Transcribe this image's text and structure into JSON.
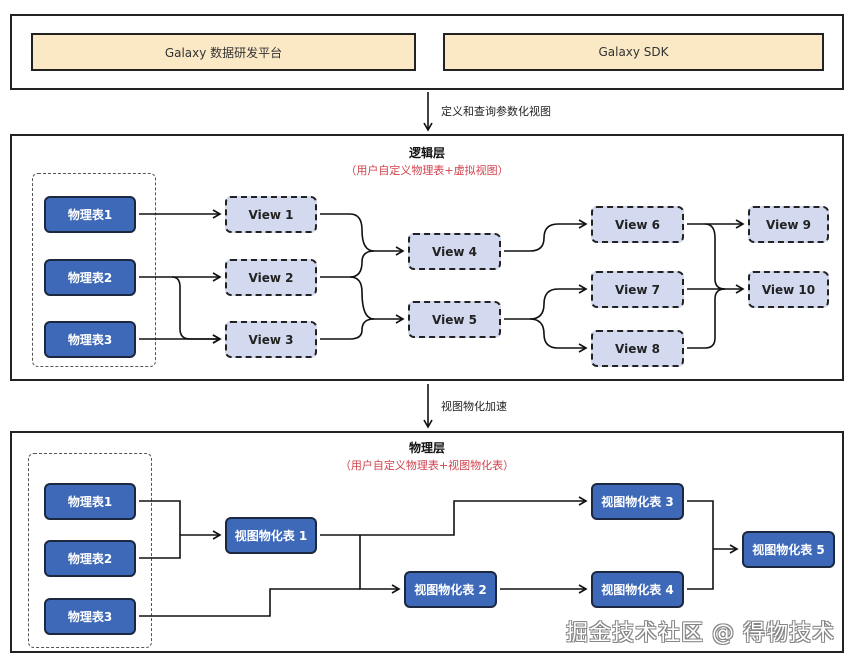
{
  "platform": {
    "boxes": [
      {
        "label": "Galaxy 数据研发平台"
      },
      {
        "label": "Galaxy SDK"
      }
    ]
  },
  "arrows": {
    "top_to_logical": "定义和查询参数化视图",
    "logical_to_physical": "视图物化加速"
  },
  "logical_layer": {
    "title": "逻辑层",
    "subtitle": "（用户自定义物理表+虚拟视图）",
    "tables": [
      "物理表1",
      "物理表2",
      "物理表3"
    ],
    "views": [
      "View 1",
      "View 2",
      "View 3",
      "View 4",
      "View 5",
      "View 6",
      "View 7",
      "View 8",
      "View 9",
      "View 10"
    ],
    "edges": [
      [
        "物理表1",
        "View 1"
      ],
      [
        "物理表2",
        "View 2"
      ],
      [
        "物理表2",
        "View 3"
      ],
      [
        "物理表3",
        "View 3"
      ],
      [
        "View 1",
        "View 4"
      ],
      [
        "View 2",
        "View 4"
      ],
      [
        "View 2",
        "View 5"
      ],
      [
        "View 3",
        "View 5"
      ],
      [
        "View 4",
        "View 6"
      ],
      [
        "View 5",
        "View 7"
      ],
      [
        "View 5",
        "View 8"
      ],
      [
        "View 6",
        "View 9"
      ],
      [
        "View 6",
        "View 10"
      ],
      [
        "View 7",
        "View 10"
      ],
      [
        "View 8",
        "View 10"
      ]
    ]
  },
  "physical_layer": {
    "title": "物理层",
    "subtitle": "（用户自定义物理表+视图物化表）",
    "tables": [
      "物理表1",
      "物理表2",
      "物理表3"
    ],
    "materialized": [
      "视图物化表 1",
      "视图物化表 2",
      "视图物化表 3",
      "视图物化表 4",
      "视图物化表 5"
    ],
    "edges": [
      [
        "物理表1",
        "视图物化表 1"
      ],
      [
        "物理表2",
        "视图物化表 1"
      ],
      [
        "视图物化表 1",
        "视图物化表 3"
      ],
      [
        "视图物化表 1",
        "视图物化表 2"
      ],
      [
        "物理表3",
        "视图物化表 2"
      ],
      [
        "视图物化表 2",
        "视图物化表 4"
      ],
      [
        "视图物化表 3",
        "视图物化表 5"
      ],
      [
        "视图物化表 4",
        "视图物化表 5"
      ]
    ]
  },
  "watermark": "掘金技术社区 @ 得物技术"
}
